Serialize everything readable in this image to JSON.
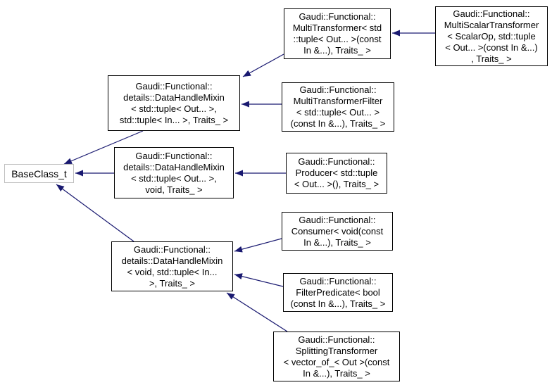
{
  "diagram": {
    "type": "class-inheritance-graph",
    "arrow_color": "#191970",
    "node_border_color": "#000000",
    "base_node_border_color": "#c0c0c0",
    "background_color": "#ffffff",
    "nodes": [
      {
        "id": "baseclass-t",
        "text": "BaseClass_t"
      },
      {
        "id": "datahandlemixin-out-in",
        "text": "Gaudi::Functional::\ndetails::DataHandleMixin\n< std::tuple< Out... >,\nstd::tuple< In... >, Traits_ >"
      },
      {
        "id": "datahandlemixin-out-void",
        "text": "Gaudi::Functional::\ndetails::DataHandleMixin\n< std::tuple< Out... >,\nvoid, Traits_ >"
      },
      {
        "id": "datahandlemixin-void-in",
        "text": "Gaudi::Functional::\ndetails::DataHandleMixin\n< void, std::tuple< In...\n>, Traits_ >"
      },
      {
        "id": "multitransformer",
        "text": "Gaudi::Functional::\nMultiTransformer< std\n::tuple< Out... >(const\nIn &...), Traits_ >"
      },
      {
        "id": "multiscalartransformer",
        "text": "Gaudi::Functional::\nMultiScalarTransformer\n< ScalarOp, std::tuple\n< Out... >(const In &...)\n, Traits_ >"
      },
      {
        "id": "multitransformerfilter",
        "text": "Gaudi::Functional::\nMultiTransformerFilter\n< std::tuple< Out... >\n(const In &...), Traits_ >"
      },
      {
        "id": "producer",
        "text": "Gaudi::Functional::\nProducer< std::tuple\n< Out... >(), Traits_ >"
      },
      {
        "id": "consumer",
        "text": "Gaudi::Functional::\nConsumer< void(const\nIn &...), Traits_ >"
      },
      {
        "id": "filterpredicate",
        "text": "Gaudi::Functional::\nFilterPredicate< bool\n(const In &...), Traits_ >"
      },
      {
        "id": "splittingtransformer",
        "text": "Gaudi::Functional::\nSplittingTransformer\n< vector_of_< Out >(const\nIn &...), Traits_ >"
      }
    ],
    "edges": [
      {
        "from": "datahandlemixin-out-in",
        "to": "baseclass-t"
      },
      {
        "from": "datahandlemixin-out-void",
        "to": "baseclass-t"
      },
      {
        "from": "datahandlemixin-void-in",
        "to": "baseclass-t"
      },
      {
        "from": "multitransformer",
        "to": "datahandlemixin-out-in"
      },
      {
        "from": "multiscalartransformer",
        "to": "multitransformer"
      },
      {
        "from": "multitransformerfilter",
        "to": "datahandlemixin-out-in"
      },
      {
        "from": "producer",
        "to": "datahandlemixin-out-void"
      },
      {
        "from": "consumer",
        "to": "datahandlemixin-void-in"
      },
      {
        "from": "filterpredicate",
        "to": "datahandlemixin-void-in"
      },
      {
        "from": "splittingtransformer",
        "to": "datahandlemixin-void-in"
      }
    ]
  }
}
